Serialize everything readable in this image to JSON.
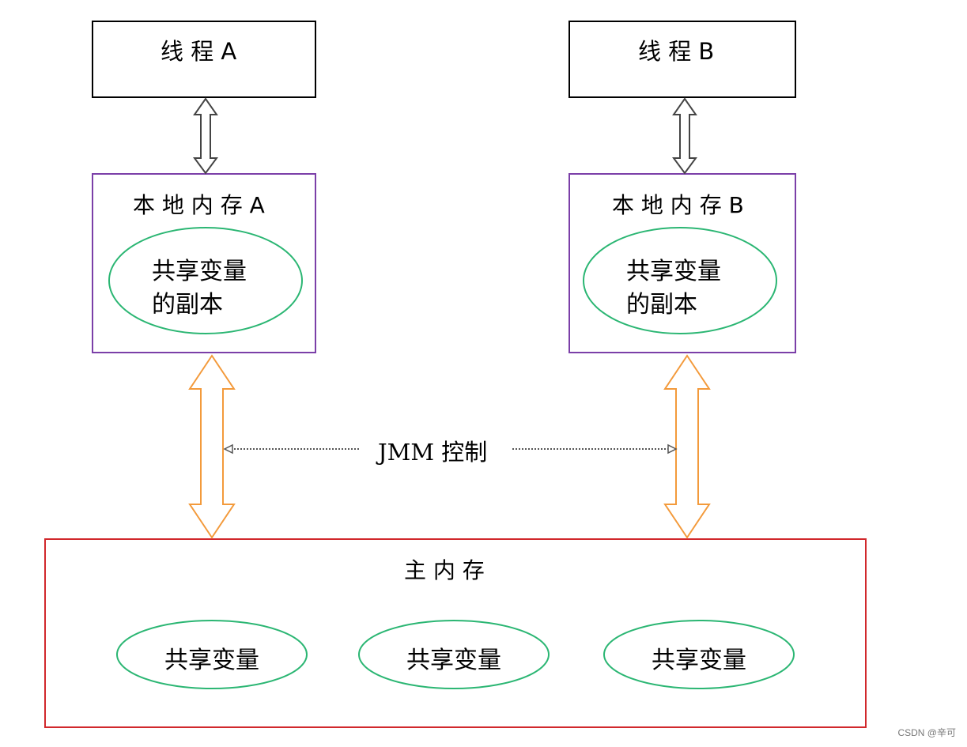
{
  "thread_a": {
    "title": "线 程 A"
  },
  "thread_b": {
    "title": "线 程 B"
  },
  "local_a": {
    "title": "本 地 内 存 A",
    "copy_line1": "共享变量",
    "copy_line2": "的副本"
  },
  "local_b": {
    "title": "本 地 内 存 B",
    "copy_line1": "共享变量",
    "copy_line2": "的副本"
  },
  "jmm": {
    "label": "JMM 控制"
  },
  "main_memory": {
    "title": "主 内 存",
    "vars": [
      "共享变量",
      "共享变量",
      "共享变量"
    ]
  },
  "watermark": "CSDN @辛可",
  "colors": {
    "thread_border": "#000000",
    "local_border": "#7b3fa8",
    "main_border": "#d1282c",
    "ellipse": "#2bb673",
    "orange_arrow": "#f39a3b",
    "gray_arrow": "#444444",
    "dotted": "#555555"
  }
}
